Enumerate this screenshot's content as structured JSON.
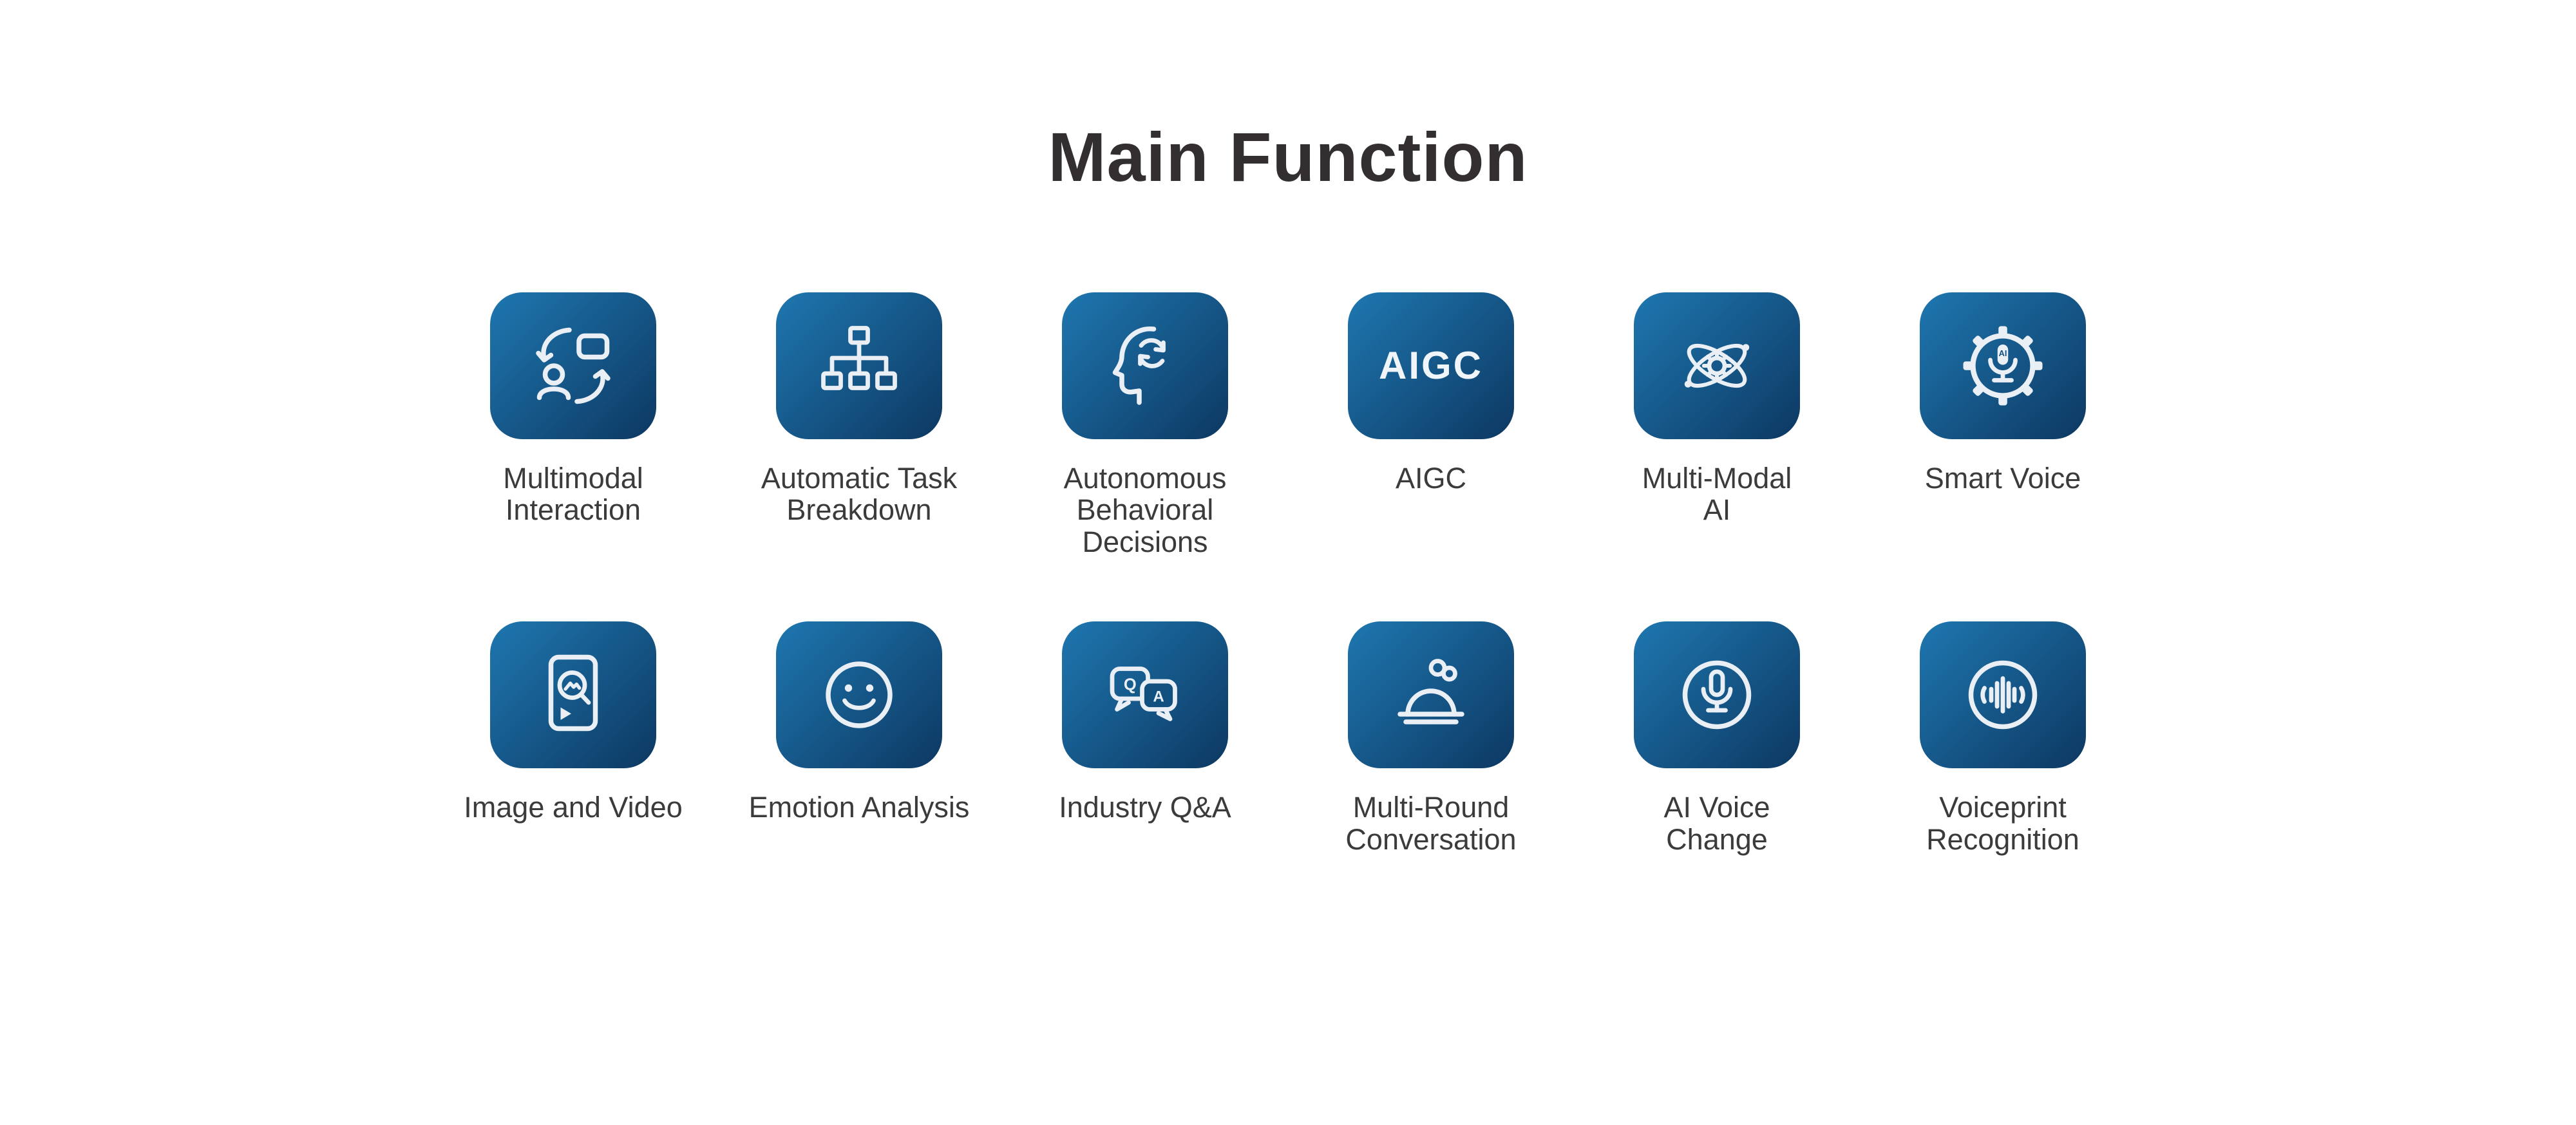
{
  "page": {
    "title": "Main Function",
    "background_color": "#ffffff",
    "tile_gradient_start": "#1e77b0",
    "tile_gradient_end": "#0d3862",
    "icon_color": "#e9eff5",
    "label_color": "#3b3b3b",
    "title_color": "#332e2f"
  },
  "features": {
    "items": [
      {
        "label": "Multimodal\nInteraction",
        "icon": "multimodal-interaction-icon"
      },
      {
        "label": "Automatic Task\nBreakdown",
        "icon": "task-breakdown-icon"
      },
      {
        "label": "Autonomous\nBehavioral\nDecisions",
        "icon": "behavioral-decisions-icon"
      },
      {
        "label": "AIGC",
        "icon": "aigc-text",
        "tile_text": "AIGC"
      },
      {
        "label": "Multi-Modal\nAI",
        "icon": "multimodal-ai-icon"
      },
      {
        "label": "Smart Voice",
        "icon": "smart-voice-icon"
      },
      {
        "label": "Image and Video",
        "icon": "image-video-icon"
      },
      {
        "label": "Emotion Analysis",
        "icon": "emotion-analysis-icon"
      },
      {
        "label": "Industry Q&A",
        "icon": "industry-qa-icon"
      },
      {
        "label": "Multi-Round\nConversation",
        "icon": "multi-round-conversation-icon"
      },
      {
        "label": "AI Voice\nChange",
        "icon": "ai-voice-change-icon"
      },
      {
        "label": "Voiceprint\nRecognition",
        "icon": "voiceprint-recognition-icon"
      }
    ]
  }
}
